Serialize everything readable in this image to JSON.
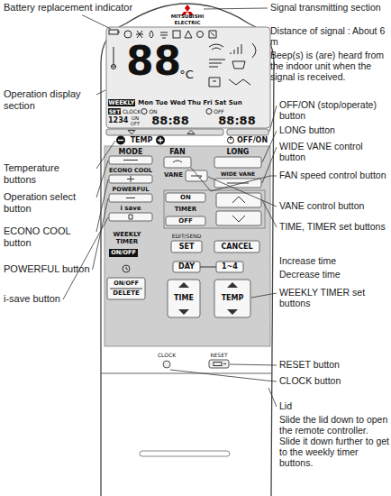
{
  "diagram": {
    "labels": [
      "Battery replacement indicator",
      "Signal transmitting section",
      "Distance of signal : About 6 m",
      "Beep(s) is (are) heard from the indoor unit when the signal is received.",
      "Operation display section",
      "OFF/ON (stop/operate) button",
      "LONG button",
      "Temperature buttons",
      "WIDE VANE control button",
      "Operation select button",
      "FAN speed control button",
      "ECONO COOL button",
      "VANE control button",
      "POWERFUL button",
      "TIME, TIMER set buttons",
      "i-save button",
      "Increase time",
      "Decrease time",
      "WEEKLY TIMER set buttons",
      "RESET button",
      "CLOCK button",
      "Lid",
      "Slide the lid down to open the remote controller. Slide it down further to get to the weekly timer buttons.",
      "MITSUBISHI ELECTRIC",
      "88",
      "°C",
      "WEEKLY",
      "Mon Tue Wed Thu Fri Sat Sun",
      "SET",
      "CLOCK",
      "ON",
      "OFF",
      "1234",
      "ON",
      "OFF",
      "88:88",
      "88:88",
      "TEMP",
      "OFF/ON",
      "MODE",
      "ECONO COOL",
      "POWERFUL",
      "i save",
      "FAN",
      "VANE",
      "LONG",
      "WIDE VANE",
      "ON",
      "TIMER",
      "OFF",
      "WEEKLY TIMER",
      "ON/OFF",
      "EDIT/SEND",
      "SET",
      "CANCEL",
      "DAY",
      "1~4",
      "ON/OFF",
      "DELETE",
      "TIME",
      "TEMP",
      "CLOCK",
      "RESET"
    ]
  }
}
